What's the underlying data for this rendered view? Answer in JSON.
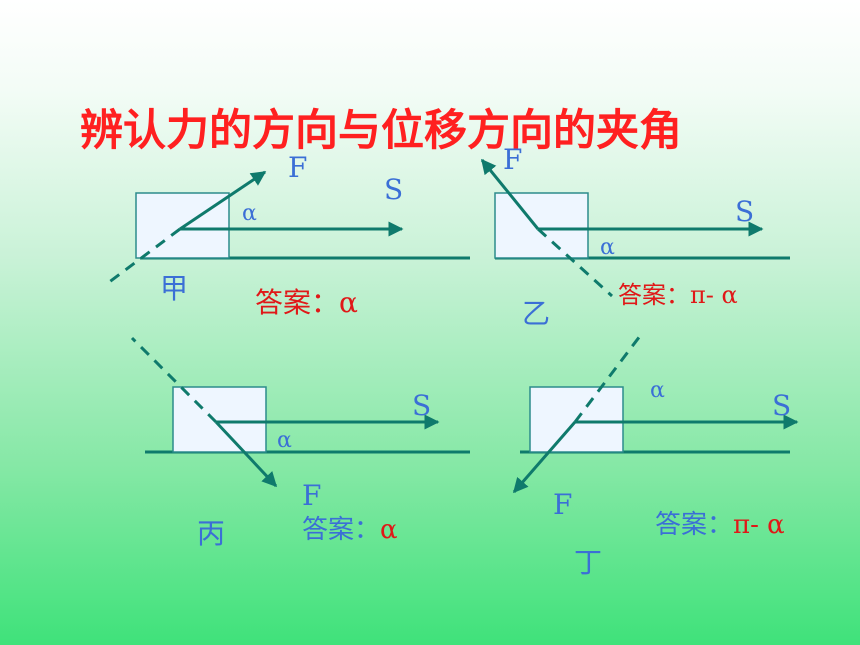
{
  "title": "辨认力的方向与位移方向的夹角",
  "symbols": {
    "force": "F",
    "displacement": "S",
    "angle": "α"
  },
  "panels": [
    {
      "id": "jia",
      "name": "甲",
      "answer_prefix": "答案：",
      "answer_value": "α"
    },
    {
      "id": "yi",
      "name": "乙",
      "answer_prefix": "答案：",
      "answer_value": "π- α"
    },
    {
      "id": "bing",
      "name": "丙",
      "answer_prefix": "答案：",
      "answer_value": "α"
    },
    {
      "id": "ding",
      "name": "丁",
      "answer_prefix": "答案：",
      "answer_value": "π- α"
    }
  ],
  "colors": {
    "title": "#ff2020",
    "label_blue": "#3b6fd6",
    "answer_red": "#e01818",
    "arrow": "#0f7a6c",
    "box_fill": "#eef6ff",
    "box_stroke": "#2c8c8c"
  }
}
